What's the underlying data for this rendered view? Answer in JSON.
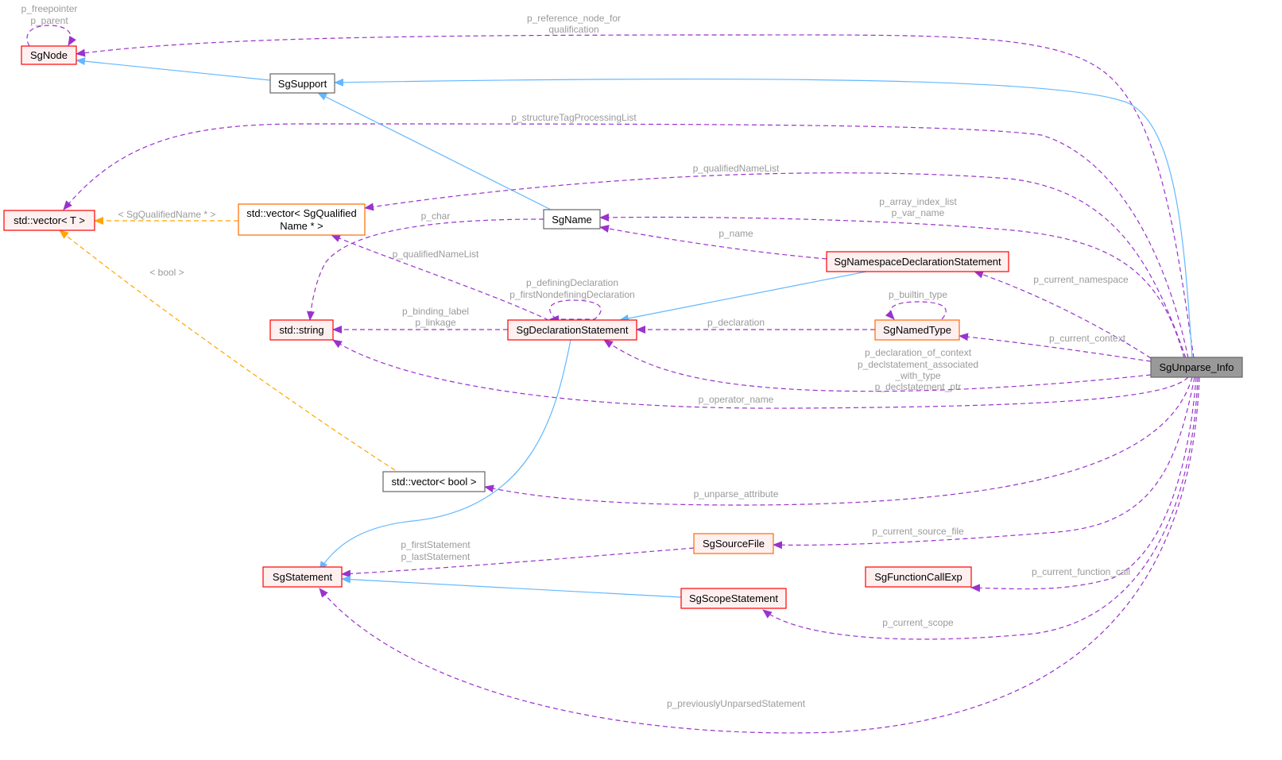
{
  "colors": {
    "assoc_edge": "#9a32cd",
    "inherit_edge": "#63b8ff",
    "template_edge": "#ffa500",
    "label_text": "#9a9a9a",
    "focus_fill": "#999999",
    "border_red": "#ff0000",
    "border_orange": "#ff6a00",
    "border_gray": "#666666",
    "fill_pink": "#fff0f0"
  },
  "nodes": {
    "sgnode": "SgNode",
    "sgsupport": "SgSupport",
    "vector_t": "std::vector< T >",
    "vector_sgqualified_line1": "std::vector< SgQualified",
    "vector_sgqualified_line2": "Name * >",
    "sgname": "SgName",
    "std_string": "std::string",
    "sgdeclarationstatement": "SgDeclarationStatement",
    "sgnamespacedeclarationstatement": "SgNamespaceDeclarationStatement",
    "sgnamedtype": "SgNamedType",
    "sgunparse_info": "SgUnparse_Info",
    "vector_bool": "std::vector< bool >",
    "sgsourcefile": "SgSourceFile",
    "sgfunctioncallexp": "SgFunctionCallExp",
    "sgstatement": "SgStatement",
    "sgscopestatement": "SgScopeStatement"
  },
  "edge_labels": {
    "freepointer": "p_freepointer",
    "parent": "p_parent",
    "reference_node_1": "p_reference_node_for",
    "reference_node_2": "qualification",
    "structure_tag": "p_structureTagProcessingList",
    "qualified_name_list_top": "p_qualifiedNameList",
    "array_index_list": "p_array_index_list",
    "var_name": "p_var_name",
    "sgqualifiedname_tmpl": "< SgQualifiedName * >",
    "char": "p_char",
    "qualified_name_list_mid": "p_qualifiedNameList",
    "name": "p_name",
    "current_namespace": "p_current_namespace",
    "bool_tmpl": "< bool >",
    "defining_declaration": "p_definingDeclaration",
    "first_nondefining": "p_firstNondefiningDeclaration",
    "builtin_type": "p_builtin_type",
    "binding_label": "p_binding_label",
    "linkage": "p_linkage",
    "declaration": "p_declaration",
    "current_context": "p_current_context",
    "declaration_of_context": "p_declaration_of_context",
    "declstatement_associated": "p_declstatement_associated",
    "with_type": "_with_type",
    "declstatement_ptr": "p_declstatement_ptr",
    "operator_name": "p_operator_name",
    "unparse_attribute": "p_unparse_attribute",
    "current_source_file": "p_current_source_file",
    "first_statement": "p_firstStatement",
    "last_statement": "p_lastStatement",
    "current_function_call": "p_current_function_call",
    "current_scope": "p_current_scope",
    "previously_unparsed": "p_previouslyUnparsedStatement"
  }
}
